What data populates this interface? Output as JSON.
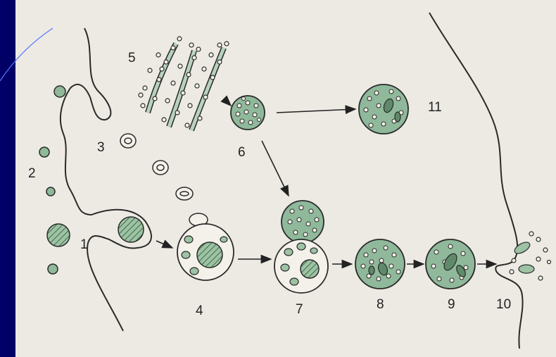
{
  "labels": {
    "l1": "1",
    "l2": "2",
    "l3": "3",
    "l4": "4",
    "l5": "5",
    "l6": "6",
    "l7": "7",
    "l8": "8",
    "l9": "9",
    "l10": "10",
    "l11": "11"
  },
  "colors": {
    "background": "#000066",
    "paper": "#eceae3",
    "granule_fill": "#8fb99a",
    "stroke": "#2a2a2a"
  }
}
